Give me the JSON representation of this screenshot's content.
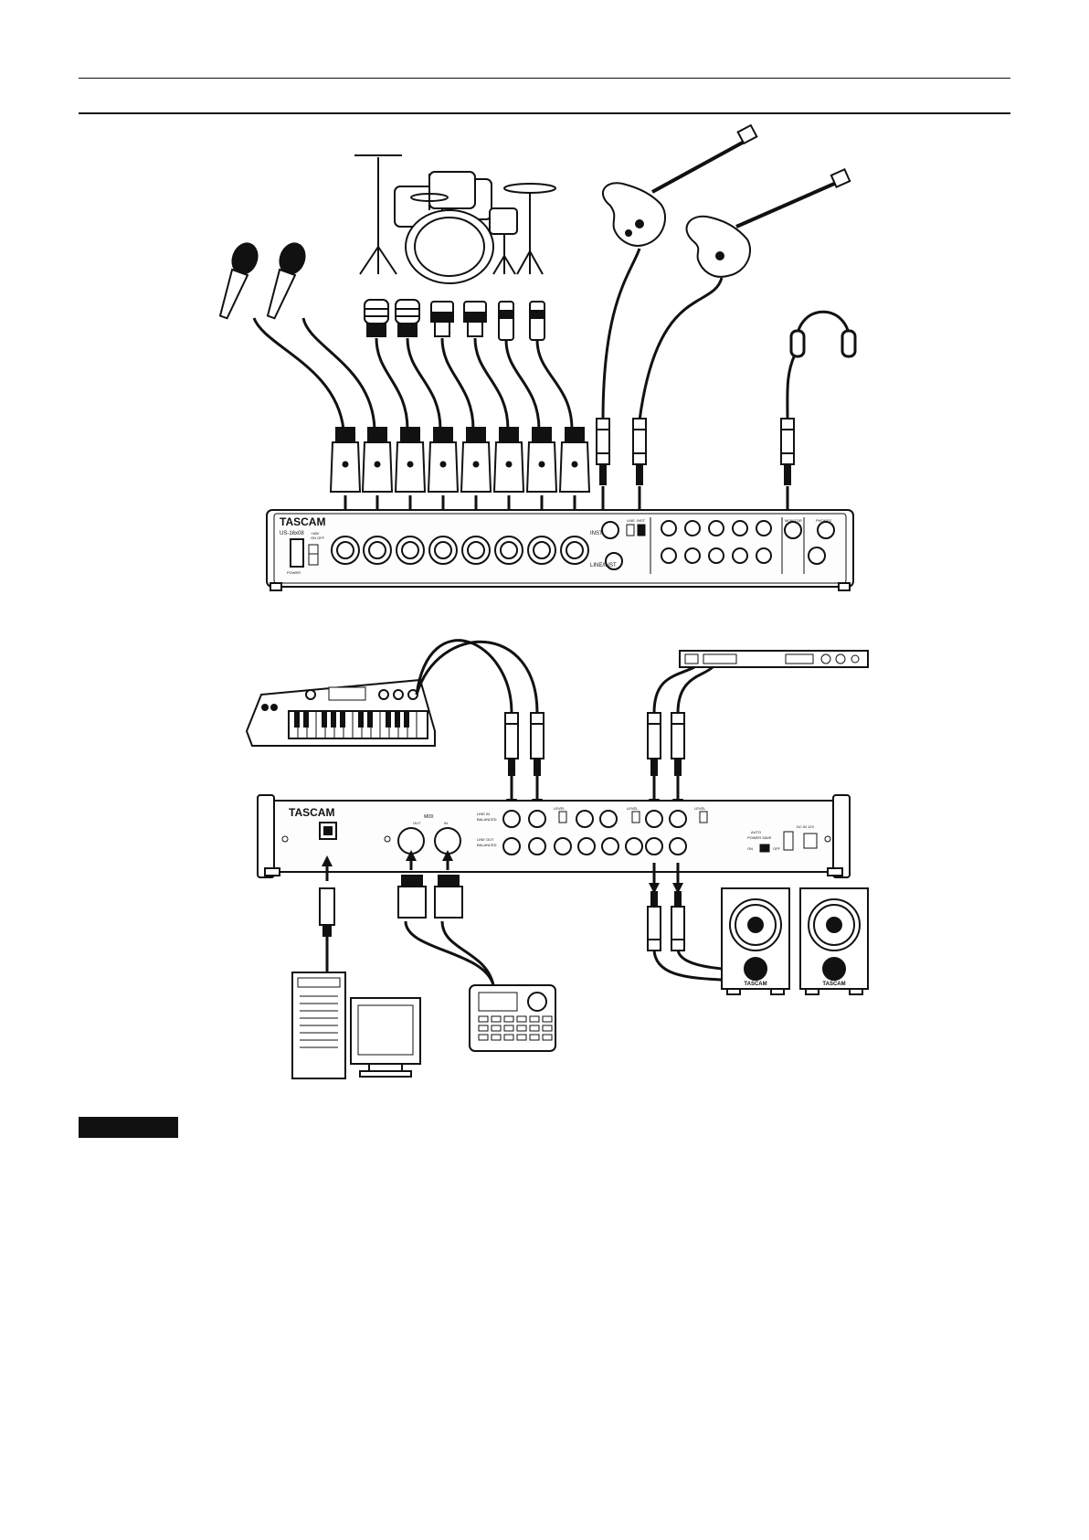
{
  "front_panel": {
    "brand": "TASCAM",
    "model": "US-16x08",
    "labels": {
      "inst": "INST",
      "line_inst": "LINE/INST",
      "line": "LINE",
      "inst_sw": "INST",
      "monitor": "MONITOR",
      "phones": "PHONES",
      "on_off": "ON  OFF",
      "plus48v": "+48V",
      "power": "POWER"
    }
  },
  "rear_panel": {
    "brand": "TASCAM",
    "labels": {
      "midi": "MIDI",
      "out": "OUT",
      "in": "IN",
      "line_in": "LINE IN",
      "line_out": "LINE OUT",
      "balanced": "BALANCED",
      "level": "LEVEL",
      "dc_in": "DC IN 12V",
      "auto": "AUTO",
      "power_save": "POWER SAVE",
      "on": "ON",
      "off": "OFF"
    }
  },
  "speaker_brand": "TASCAM",
  "colors": {
    "ink": "#111111",
    "paper": "#ffffff",
    "panel": "#fdfdfd"
  }
}
